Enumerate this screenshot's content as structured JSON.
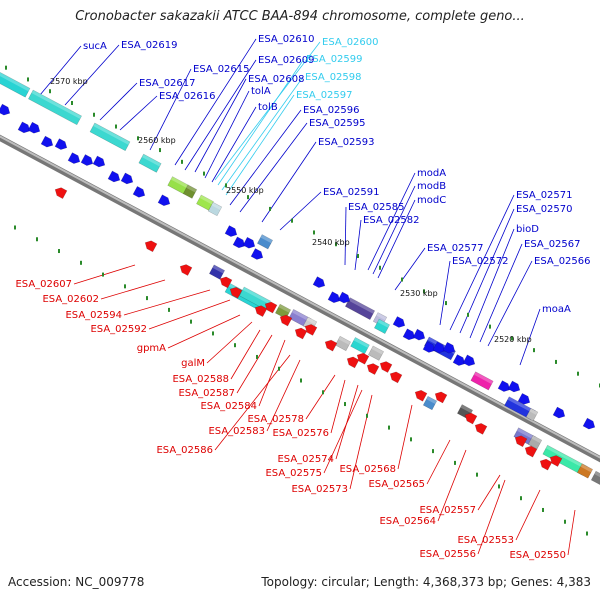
{
  "title": "Cronobacter sakazakii ATCC BAA-894 chromosome, complete geno...",
  "footer": {
    "accession": "Accession: NC_009778",
    "topology": "Topology: circular; Length: 4,368,373 bp; Genes: 4,383"
  },
  "colors": {
    "forward_label": "#0000cc",
    "reverse_label": "#dd0000",
    "highlight_label": "#33ccee",
    "forward_gene": "#1111ee",
    "reverse_gene": "#ee1111",
    "backbone": "#8a8a8a"
  },
  "kbp_ticks": [
    "2570 kbp",
    "2560 kbp",
    "2550 kbp",
    "2540 kbp",
    "2530 kbp",
    "2520 kbp"
  ],
  "forward_labels": [
    "sucA",
    "ESA_02619",
    "ESA_02617",
    "ESA_02616",
    "ESA_02615",
    "ESA_02610",
    "ESA_02609",
    "ESA_02608",
    "tolA",
    "tolB",
    "ESA_02596",
    "ESA_02595",
    "ESA_02593",
    "ESA_02591",
    "ESA_02585",
    "ESA_02582",
    "modA",
    "modB",
    "modC",
    "ESA_02577",
    "ESA_02572",
    "ESA_02571",
    "ESA_02570",
    "bioD",
    "ESA_02567",
    "ESA_02566",
    "moaA"
  ],
  "highlight_labels": [
    "ESA_02600",
    "ESA_02599",
    "ESA_02598",
    "ESA_02597"
  ],
  "reverse_labels": [
    "ESA_02607",
    "ESA_02602",
    "ESA_02594",
    "ESA_02592",
    "gpmA",
    "galM",
    "ESA_02588",
    "ESA_02587",
    "ESA_02584",
    "ESA_02578",
    "ESA_02583",
    "ESA_02576",
    "ESA_02586",
    "ESA_02574",
    "ESA_02575",
    "ESA_02573",
    "ESA_02568",
    "ESA_02565",
    "ESA_02564",
    "ESA_02557",
    "ESA_02556",
    "ESA_02553",
    "ESA_02550"
  ]
}
